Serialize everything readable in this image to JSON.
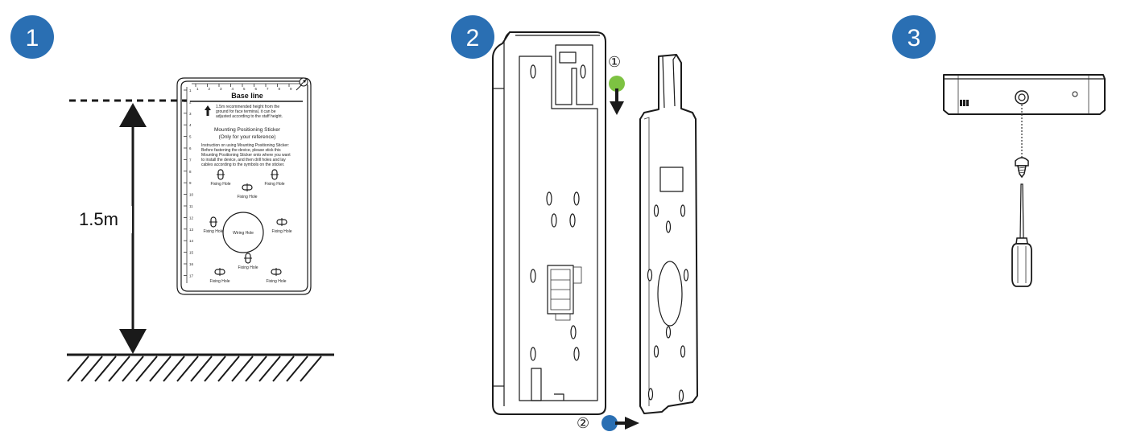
{
  "colors": {
    "badge": "#2a6fb3",
    "green_dot": "#7dc242",
    "blue_dot": "#2a6fb3",
    "line": "#1a1a1a"
  },
  "steps": [
    {
      "number": "1"
    },
    {
      "number": "2"
    },
    {
      "number": "3"
    }
  ],
  "step1": {
    "height_label": "1.5m",
    "sticker": {
      "title": "Base line",
      "note_lines": [
        "1.5m recommended height from the",
        "ground for face terminal, it can be",
        "adjusted according to the staff height."
      ],
      "heading_lines": [
        "Mounting Positioning Sticker",
        "(Only for your reference)"
      ],
      "instruction_lines": [
        "Instruction on using Mounting Positioning Sticker:",
        "Before fastening the device, please stick this",
        "Mounting Positioning Sticker onto where you want",
        "to install the device, and then drill holes and lay",
        "cables according to the symbols on the sticker."
      ],
      "fixing_hole_label": "Fixing Hole",
      "wiring_hole_label": "Wiring Hole",
      "ruler_top": [
        "1",
        "2",
        "3",
        "4",
        "5",
        "6",
        "7",
        "8",
        "9"
      ],
      "ruler_side": [
        "1",
        "2",
        "3",
        "4",
        "5",
        "6",
        "7",
        "8",
        "9",
        "10",
        "11",
        "12",
        "13",
        "14",
        "15",
        "16",
        "17"
      ]
    }
  },
  "step2": {
    "marker_1": "①",
    "marker_2": "②"
  },
  "step3": {
    "icons": [
      "screw-icon",
      "screwdriver-icon"
    ]
  }
}
